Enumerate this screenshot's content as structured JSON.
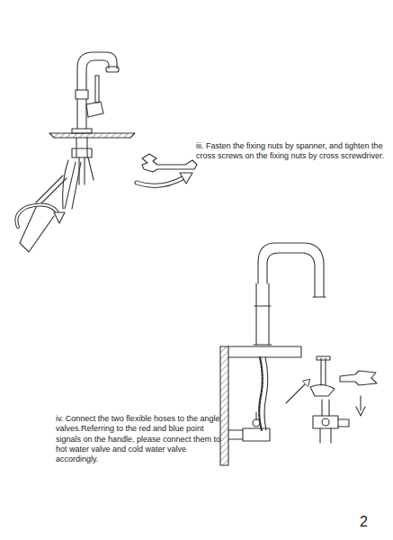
{
  "diagram": {
    "labels": [
      "iii. Fasten the fixing nuts by spanner, and tighten the cross screws on the fixing nuts by cross screwdriver.",
      "iv. Connect the two flexible hoses to the angle valves.Referring to the red and blue point signals on the handle, please connect them to hot water valve and cold water valve accordingly.",
      "2"
    ]
  }
}
